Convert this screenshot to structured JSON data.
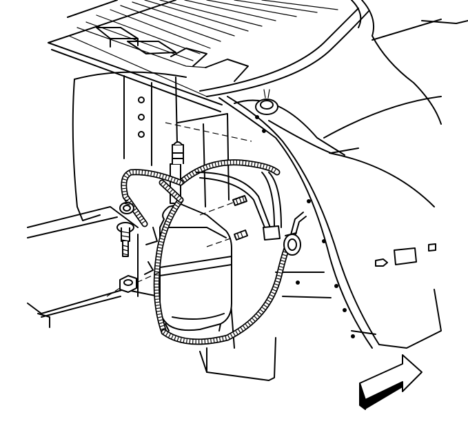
{
  "diagram": {
    "style": "black-and-white technical line drawing",
    "colors": {
      "ink": "#000000",
      "paper": "#ffffff"
    },
    "components": [
      {
        "id": "reservoir",
        "icon": "reservoir-bottle-icon"
      },
      {
        "id": "wiring-harness",
        "icon": "convoluted-loom-icon"
      },
      {
        "id": "grommet-left",
        "icon": "grommet-icon"
      },
      {
        "id": "grommet-right",
        "icon": "grommet-icon"
      },
      {
        "id": "grommet-top",
        "icon": "grommet-icon"
      },
      {
        "id": "nut",
        "icon": "hex-nut-icon"
      },
      {
        "id": "bolt",
        "icon": "bolt-icon"
      },
      {
        "id": "studs",
        "icon": "threaded-stud-icon"
      },
      {
        "id": "connector",
        "icon": "electrical-connector-icon"
      },
      {
        "id": "front-arrow",
        "icon": "direction-arrow-icon"
      }
    ]
  }
}
